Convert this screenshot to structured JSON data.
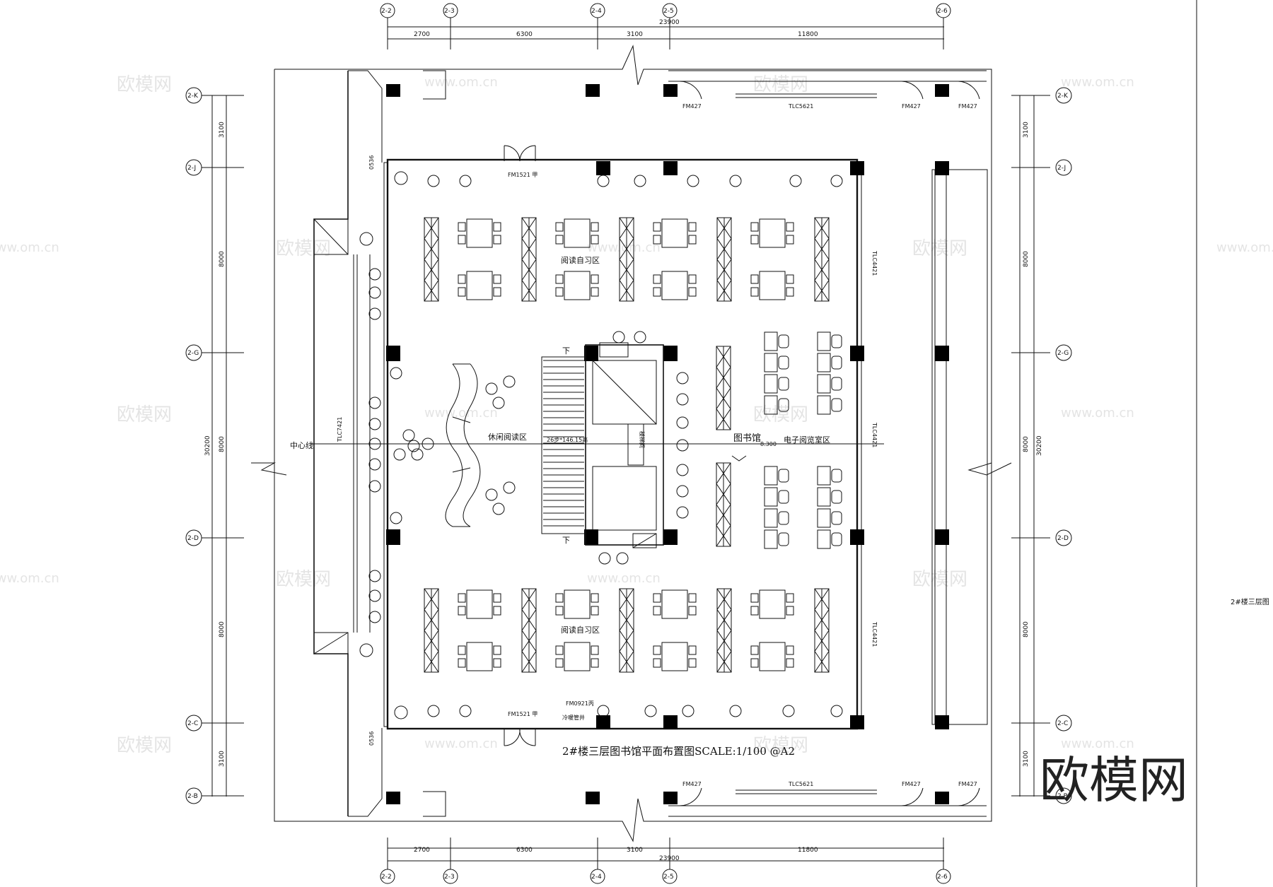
{
  "drawing": {
    "title": "2#楼三层图书馆平面布置图SCALE:1/100 @A2",
    "side_title": "2#楼三层图",
    "logo": "欧模网"
  },
  "grid_axes": {
    "vertical": [
      "2-2",
      "2-3",
      "2-4",
      "2-5",
      "2-6"
    ],
    "horizontal": [
      "2-K",
      "2-J",
      "2-G",
      "2-D",
      "2-C",
      "2-B"
    ]
  },
  "dimensions": {
    "top_segments": [
      "2700",
      "6300",
      "3100",
      "11800"
    ],
    "top_total": "23900",
    "bottom_segments": [
      "2700",
      "6300",
      "3100",
      "11800"
    ],
    "bottom_total": "23900",
    "left_segments": [
      "3100",
      "8000",
      "8000",
      "8000",
      "3100"
    ],
    "left_total": "30200",
    "right_segments": [
      "3100",
      "8000",
      "8000",
      "8000",
      "3100"
    ],
    "right_total": "30200"
  },
  "zones": {
    "reading_north": "阅读自习区",
    "reading_south": "阅读自习区",
    "leisure": "休闲阅读区",
    "library": "图书馆",
    "e_reading": "电子阅览室区",
    "centerline": "中心线",
    "stair_steps": "26步*146.15高",
    "stair_down": "下",
    "level": "8.300",
    "shaft": "冷暖管井",
    "hatch_label": "楼梯间"
  },
  "door_tags": {
    "fm427": "FM427",
    "tlc5621": "TLC5621",
    "fm1521_a": "FM1521 甲",
    "fm1521_b": "FM1521 甲",
    "fm0921": "FM0921丙",
    "tlc7421": "TLC7421",
    "tlc4421": "TLC4421",
    "c0536": "0536"
  },
  "watermarks": {
    "text": "欧模网",
    "url": "www.om.cn"
  },
  "colors": {
    "ink": "#111111",
    "watermark": "#cfcfcf"
  }
}
